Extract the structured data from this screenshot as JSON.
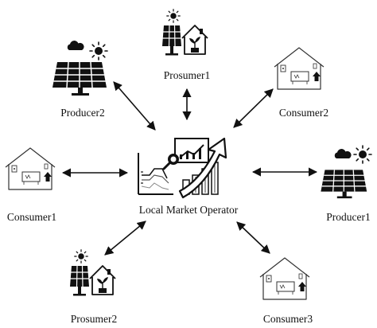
{
  "center": {
    "label": "Local Market Operator",
    "icon": "market-operator-chart-icon"
  },
  "nodes": {
    "prosumer1": {
      "label": "Prosumer1",
      "icon": "solar-house-icon"
    },
    "prosumer2": {
      "label": "Prosumer2",
      "icon": "solar-house-icon"
    },
    "producer1": {
      "label": "Producer1",
      "icon": "solar-panel-icon"
    },
    "producer2": {
      "label": "Producer2",
      "icon": "solar-panel-icon"
    },
    "consumer1": {
      "label": "Consumer1",
      "icon": "house-appliances-icon"
    },
    "consumer2": {
      "label": "Consumer2",
      "icon": "house-appliances-icon"
    },
    "consumer3": {
      "label": "Consumer3",
      "icon": "house-appliances-icon"
    }
  },
  "connections": [
    {
      "from": "center",
      "to": "prosumer1",
      "direction": "both"
    },
    {
      "from": "center",
      "to": "producer2",
      "direction": "both"
    },
    {
      "from": "center",
      "to": "consumer2",
      "direction": "both"
    },
    {
      "from": "center",
      "to": "consumer1",
      "direction": "both"
    },
    {
      "from": "center",
      "to": "producer1",
      "direction": "both"
    },
    {
      "from": "center",
      "to": "prosumer2",
      "direction": "both"
    },
    {
      "from": "center",
      "to": "consumer3",
      "direction": "both"
    }
  ],
  "colors": {
    "ink": "#111111",
    "accent": "#222222"
  }
}
